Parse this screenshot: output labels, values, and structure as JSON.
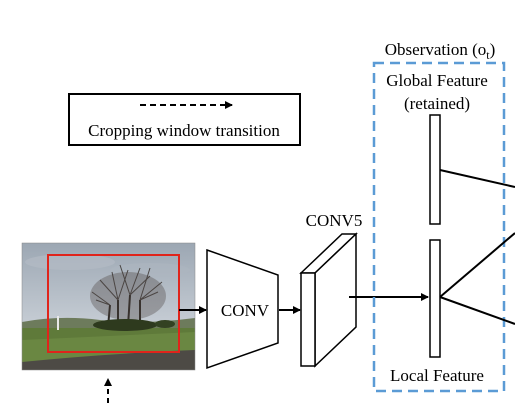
{
  "legend": {
    "label": "Cropping window transition"
  },
  "photo": {
    "description_icon": "landscape-photo-tree"
  },
  "network": {
    "conv_label": "CONV",
    "conv5_label": "CONV5"
  },
  "observation": {
    "title_main": "Observation (",
    "title_sym": "o",
    "title_sub": "t",
    "title_close": ")",
    "global_line1": "Global Feature",
    "global_line2": "(retained)",
    "local_label": "Local Feature"
  },
  "colors": {
    "dashed_box": "#5b9bd5",
    "crop_window": "#e0241b",
    "stroke": "#000000"
  }
}
